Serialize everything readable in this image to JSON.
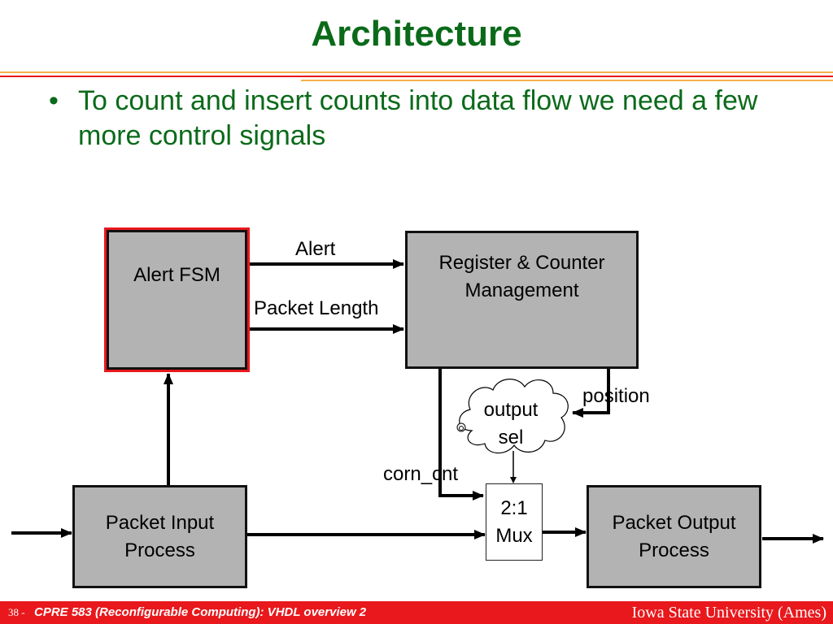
{
  "slide": {
    "title": "Architecture",
    "bullet": "To count and insert counts into data flow we need a few more control signals"
  },
  "diagram": {
    "blocks": {
      "alert_fsm": "Alert FSM",
      "register_counter": "Register & Counter\nManagement",
      "packet_input": "Packet Input\nProcess",
      "packet_output": "Packet Output\nProcess",
      "mux": "2:1\nMux",
      "output_sel": "output\nsel"
    },
    "signals": {
      "alert": "Alert",
      "packet_length": "Packet Length",
      "position": "position",
      "corn_cnt": "corn_cnt"
    }
  },
  "footer": {
    "slide_number": "38 -",
    "course": "CPRE 583 (Reconfigurable Computing):  VHDL overview 2",
    "school": "Iowa State University (Ames)"
  },
  "colors": {
    "title_green": "#0b6a1a",
    "footer_red": "#e8181c",
    "block_gray": "#b3b3b3",
    "rule_orange": "#f0a030"
  }
}
